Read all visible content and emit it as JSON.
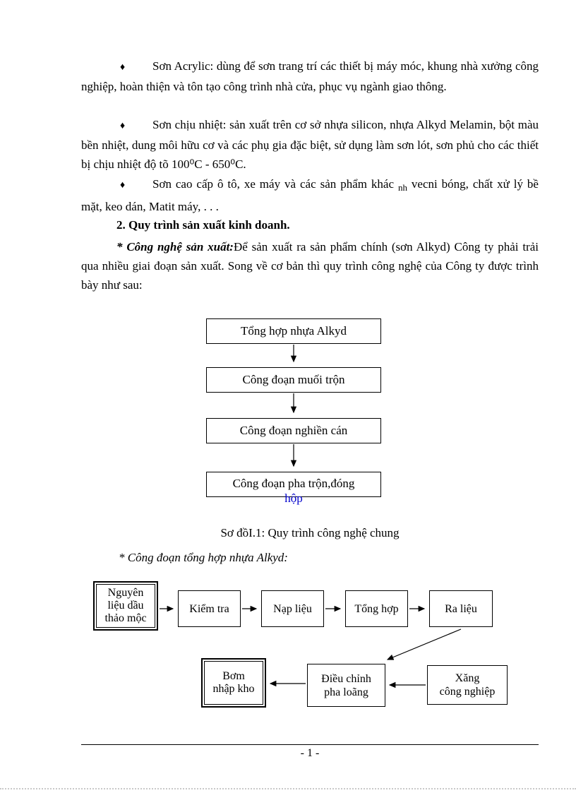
{
  "colors": {
    "link_blue": "#0000cc"
  },
  "document": {
    "bullet1": {
      "marker": "♦",
      "text": "Sơn Acrylic: dùng để sơn trang trí các thiết bị máy móc, khung nhà xưởng công nghiệp, hoàn thiện và tôn tạo công trình nhà cửa, phục vụ ngành giao thông."
    },
    "bullet2": {
      "marker": "♦",
      "text": "Sơn chịu nhiệt: sản xuất trên cơ sở nhựa silicon, nhựa Alkyd Melamin, bột màu bền nhiệt, dung môi hữu cơ và các phụ gia đặc biệt, sử dụng làm sơn lót, sơn phủ cho các thiết bị chịu nhiệt độ tõ 100⁰C - 650⁰C."
    },
    "bullet3": {
      "marker": "♦",
      "part1": "Sơn cao cấp ô tô, xe máy và các sản phẩm khác ",
      "subscript": "nh",
      "part2": "   vecni bóng, chất xử lý bề mặt, keo dán, Matit máy, . . ."
    },
    "heading": "2. Quy trình sản xuất kinh doanh.",
    "intro": {
      "lead": "* Công nghệ sản xuất:",
      "text": "Để sản xuất ra sản phẩm chính (sơn Alkyd)  Công ty phải trải qua nhiều giai  đoạn sản xuất.  Song về cơ bản thì quy trình công nghệ của Công ty được trình bày như sau:"
    },
    "flowchart_general": {
      "node1": "Tổng hợp nhựa Alkyd",
      "node2": "Công đoạn muối trộn",
      "node3": "Công đoạn nghiền cán",
      "node4_line1": "Công đoạn pha trộn,đóng",
      "node4_line2": "hộp",
      "caption": "Sơ đồI.1: Quy trình công nghệ chung"
    },
    "alkyd_title": "* Công đoạn tổng hợp nhựa Alkyd:",
    "flowchart_alkyd": {
      "raw": [
        "Nguyên",
        "liệu dầu",
        "thảo mộc"
      ],
      "check": "Kiểm tra",
      "feed": "Nạp liệu",
      "synth": "Tổng hợp",
      "out": "Ra liệu",
      "pump": [
        "Bơm",
        "nhập kho"
      ],
      "adjust": [
        "Điều chỉnh",
        "pha loãng"
      ],
      "gasoline": [
        "Xăng",
        "công nghiệp"
      ]
    },
    "footer": "- 1 -"
  }
}
